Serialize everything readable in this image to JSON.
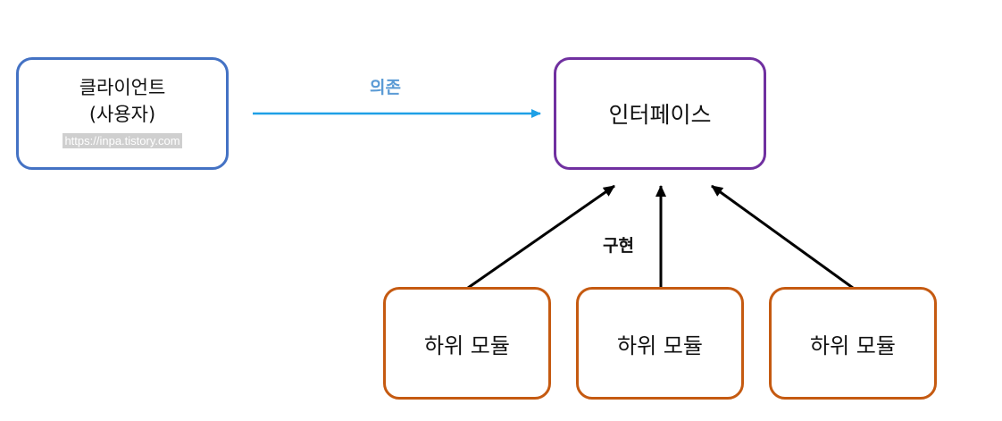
{
  "client": {
    "line1": "클라이언트",
    "line2": "(사용자)",
    "watermark": "https://inpa.tistory.com"
  },
  "interface": {
    "label": "인터페이스"
  },
  "modules": [
    {
      "label": "하위 모듈"
    },
    {
      "label": "하위 모듈"
    },
    {
      "label": "하위 모듈"
    }
  ],
  "edges": {
    "dependency_label": "의존",
    "implementation_label": "구현"
  },
  "colors": {
    "client_border": "#4472c4",
    "interface_border": "#7030a0",
    "module_border": "#c55a11",
    "dependency_arrow": "#1ea0e6",
    "dependency_label": "#5b9bd5",
    "implementation_arrow": "#000000"
  }
}
